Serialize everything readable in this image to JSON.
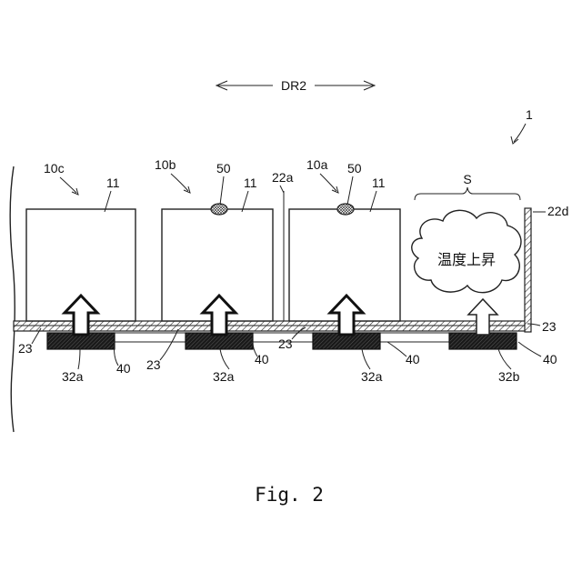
{
  "figure": {
    "caption": "Fig. 2",
    "direction_label": "DR2",
    "assembly_ref": "1",
    "cells": [
      {
        "ref": "10c",
        "member_ref": "11"
      },
      {
        "ref": "10b",
        "member_ref": "11",
        "sensor_ref": "50"
      },
      {
        "ref": "10a",
        "member_ref": "11",
        "sensor_ref": "50"
      }
    ],
    "space_ref": "S",
    "cloud_text": "温度上昇",
    "labels": {
      "plate_a": "22a",
      "wall_d": "22d",
      "sheet": "23",
      "cooler_a": "32a",
      "cooler_b": "32b",
      "gap": "40"
    }
  }
}
